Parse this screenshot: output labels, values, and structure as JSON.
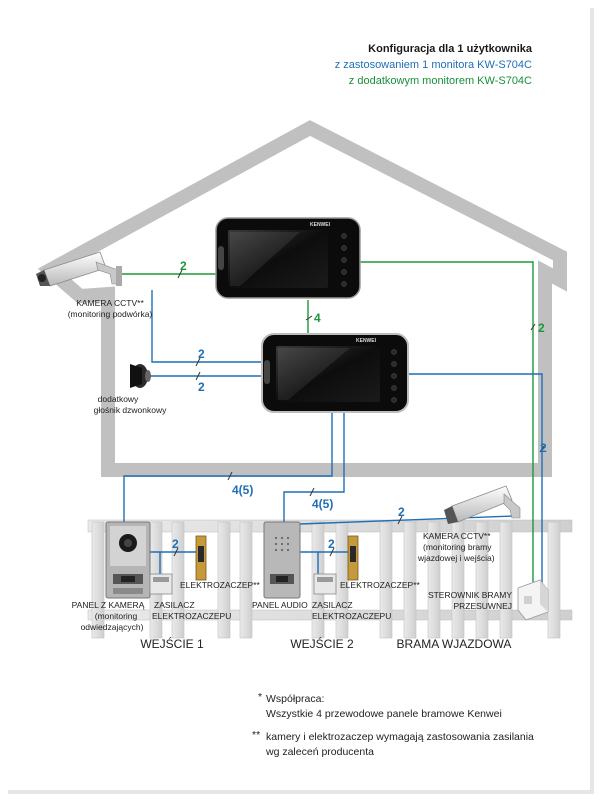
{
  "header": {
    "line1": "Konfiguracja dla 1 użytkownika",
    "line2": "z zastosowaniem 1 monitora KW-S704C",
    "line3": "z dodatkowym monitorem KW-S704C"
  },
  "monitors": {
    "brand": "KENWEI"
  },
  "wire_labels": {
    "cctv_to_monitor": "2",
    "monitor_link": "4",
    "house_cctv_a": "2",
    "house_cctv_b": "2",
    "right_top": "2",
    "right_bottom": "2",
    "entry1": "4(5)",
    "entry2": "4(5)",
    "gate_cam": "2",
    "lock1": "2",
    "lock2": "2"
  },
  "labels": {
    "cctv_house_1": "KAMERA CCTV**",
    "cctv_house_2": "(monitoring podwórka)",
    "speaker_1": "dodatkowy",
    "speaker_2": "głośnik dzwonkowy",
    "cctv_gate_1": "KAMERA CCTV**",
    "cctv_gate_2": "(monitoring bramy",
    "cctv_gate_3": "wjazdowej i wejścia)",
    "gate_ctrl_1": "STEROWNIK BRAMY",
    "gate_ctrl_2": "PRZESUWNEJ",
    "panel_cam_1": "PANEL Z KAMERĄ",
    "panel_cam_2": "(monitoring",
    "panel_cam_3": "odwiedzających)",
    "psu1_1": "ZASILACZ",
    "psu1_2": "ELEKTROZACZEPU",
    "lock1": "ELEKTROZACZEP**",
    "panel_audio": "PANEL AUDIO",
    "psu2_1": "ZASILACZ",
    "psu2_2": "ELEKTROZACZEPU",
    "lock2": "ELEKTROZACZEP**"
  },
  "zones": {
    "entry1": "WEJŚCIE 1",
    "entry2": "WEJŚCIE 2",
    "gate": "BRAMA WJAZDOWA"
  },
  "notes": {
    "n1_mark": "*",
    "n1_line1": "Współpraca:",
    "n1_line2": "Wszystkie 4 przewodowe panele bramowe Kenwei",
    "n2_mark": "**",
    "n2_line1": "kamery i elektrozaczep wymagają zastosowania zasilania",
    "n2_line2": "wg zaleceń producenta"
  },
  "colors": {
    "green_wire": "#1a9a3a",
    "blue_wire": "#1f6fb5",
    "house": "#bfbfbf",
    "header_green": "#1a8f3a",
    "header_blue": "#1f6fb5"
  }
}
